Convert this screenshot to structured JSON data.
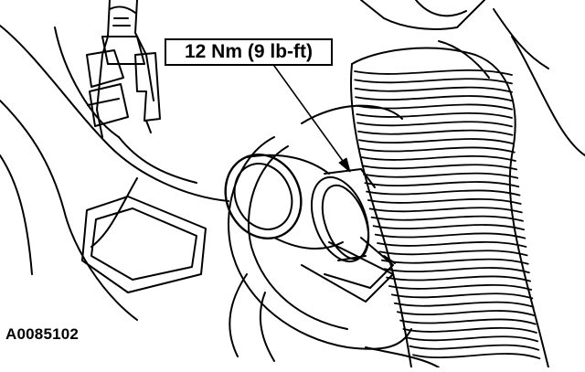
{
  "diagram": {
    "callout": {
      "text": "12 Nm (9 lb-ft)"
    },
    "figure_id": "A0085102",
    "colors": {
      "line": "#000000",
      "background": "#ffffff"
    },
    "parts": [
      "connector-clip",
      "harness-connector",
      "corrugated-hose",
      "fitting-tube",
      "bracket-body",
      "leader-arrow"
    ]
  }
}
